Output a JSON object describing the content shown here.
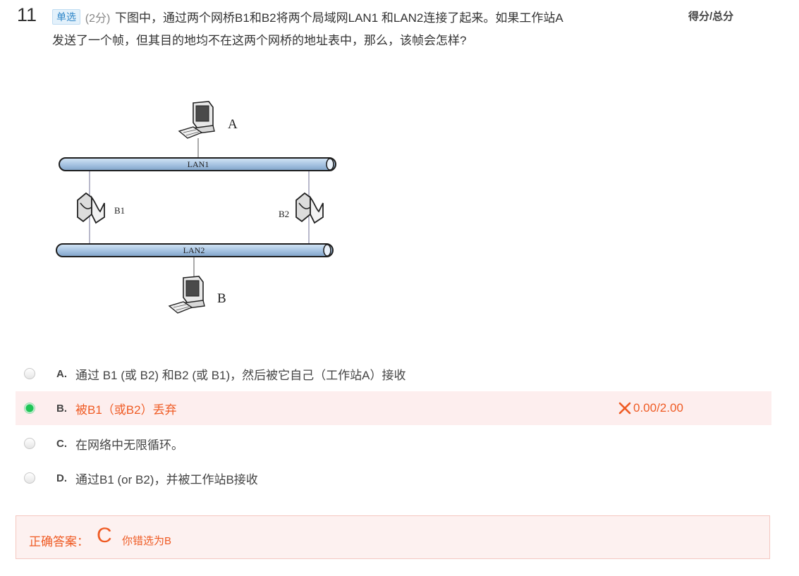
{
  "question": {
    "number": "11",
    "type_badge": "单选",
    "points": "(2分)",
    "text": "下图中，通过两个网桥B1和B2将两个局域网LAN1 和LAN2连接了起来。如果工作站A发送了一个帧，但其目的地均不在这两个网桥的地址表中，那么，该帧会怎样?",
    "score_header": "得分/总分"
  },
  "diagram": {
    "lan1_label": "LAN1",
    "lan2_label": "LAN2",
    "bridge1_label": "B1",
    "bridge2_label": "B2",
    "host_a_label": "A",
    "host_b_label": "B"
  },
  "options": [
    {
      "letter": "A.",
      "text": "通过 B1 (或 B2) 和B2 (或 B1)，然后被它自己（工作站A）接收",
      "selected": false
    },
    {
      "letter": "B.",
      "text": "被B1（或B2）丢弃",
      "selected": true,
      "score": "0.00/2.00",
      "result_icon": "cross-icon"
    },
    {
      "letter": "C.",
      "text": "在网络中无限循环。",
      "selected": false
    },
    {
      "letter": "D.",
      "text": "通过B1 (or B2)，并被工作站B接收",
      "selected": false
    }
  ],
  "answer": {
    "label": "正确答案：",
    "value": "C",
    "note": "你错选为B"
  },
  "colors": {
    "accent_error": "#ef5b24",
    "selected_radio": "#1fc456",
    "badge_bg": "#e3f1fb",
    "badge_text": "#2f86c8",
    "cable_fill": "#a9c5e3"
  }
}
